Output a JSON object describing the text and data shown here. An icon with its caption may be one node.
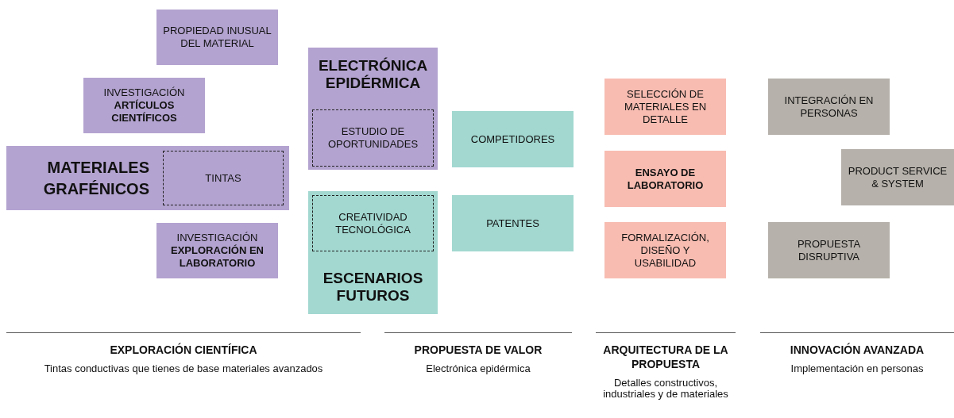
{
  "diagram": {
    "nodes": [
      {
        "text": [
          "PROPIEDAD INUSUAL DEL MATERIAL"
        ]
      },
      {
        "text": [
          "INVESTIGACIÓN **ARTÍCULOS CIENTÍFICOS**"
        ]
      },
      {
        "text": [
          "MATERIALES GRAFÉNICOS"
        ]
      },
      {
        "text": [
          "TINTAS"
        ],
        "in": 2
      },
      {
        "text": [
          "INVESTIGACIÓN **EXPLORACIÓN EN LABORATORIO**"
        ]
      },
      {
        "text": [
          "ELECTRÓNICA EPIDÉRMICA"
        ]
      },
      {
        "text": [
          "ESTUDIO DE OPORTUNIDADES"
        ],
        "in": 5
      },
      {
        "text": [
          "ESCENARIOS FUTUROS"
        ]
      },
      {
        "text": [
          "CREATIVIDAD TECNOLÓGICA"
        ],
        "in": 7
      },
      {
        "text": [
          "COMPETIDORES"
        ]
      },
      {
        "text": [
          "PATENTES"
        ]
      },
      {
        "text": [
          "SELECCIÓN DE MATERIALES EN DETALLE"
        ]
      },
      {
        "text": [
          "ENSAYO DE LABORATORIO"
        ]
      },
      {
        "text": [
          "FORMALIZACIÓN, DISEÑO Y USABILIDAD"
        ]
      },
      {
        "text": [
          "INTEGRACIÓN EN PERSONAS"
        ]
      },
      {
        "text": [
          "PRODUCT SERVICE & SYSTEM"
        ]
      },
      {
        "text": [
          "PROPUESTA DISRUPTIVA"
        ]
      }
    ],
    "labels": [
      "EXPLORACIÓN CIENTÍFICA",
      "Tintas conductivas que tienes de base materiales avanzados",
      "PROPUESTA DE VALOR",
      "Electrónica epidérmica",
      "ARQUITECTURA DE LA PROPUESTA",
      "Detalles constructivos, industriales y de materiales",
      "INNOVACIÓN AVANZADA",
      "Implementación en personas"
    ]
  }
}
